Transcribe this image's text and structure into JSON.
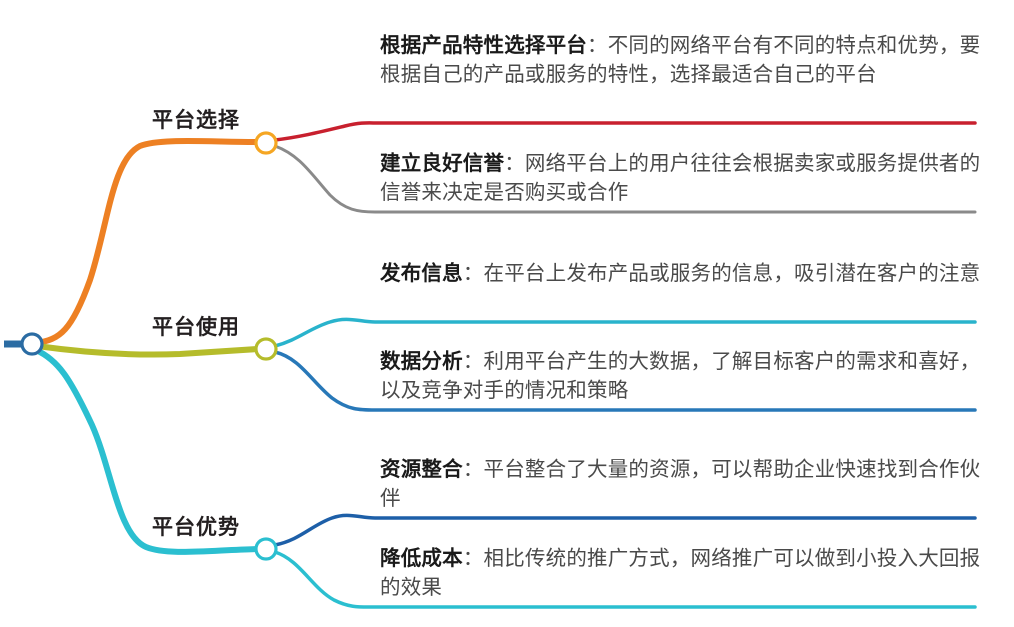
{
  "mindmap": {
    "root": {
      "name": "root-node",
      "color": "#2b6ca3"
    },
    "branches": [
      {
        "label": "平台选择",
        "color": "#ed8023",
        "node_color": "#f5a623",
        "leaves": [
          {
            "title": "根据产品特性选择平台",
            "separator": "：",
            "body": "不同的网络平台有不同的特点和优势，要根据自己的产品或服务的特性，选择最适合自己的平台",
            "color": "#c8202e"
          },
          {
            "title": "建立良好信誉",
            "separator": "：",
            "body": "网络平台上的用户往往会根据卖家或服务提供者的信誉来决定是否购买或合作",
            "color": "#8a8a8a"
          }
        ]
      },
      {
        "label": "平台使用",
        "color": "#b5bc2b",
        "node_color": "#b5bc2b",
        "leaves": [
          {
            "title": "发布信息",
            "separator": "：",
            "body": "在平台上发布产品或服务的信息，吸引潜在客户的注意",
            "color": "#29b3cc"
          },
          {
            "title": "数据分析",
            "separator": "：",
            "body": "利用平台产生的大数据，了解目标客户的需求和喜好，以及竞争对手的情况和策略",
            "color": "#2878b8"
          }
        ]
      },
      {
        "label": "平台优势",
        "color": "#2bbfd0",
        "node_color": "#2bbfd0",
        "leaves": [
          {
            "title": "资源整合",
            "separator": "：",
            "body": "平台整合了大量的资源，可以帮助企业快速找到合作伙伴",
            "color": "#1d5fa8"
          },
          {
            "title": "降低成本",
            "separator": "：",
            "body": "相比传统的推广方式，网络推广可以做到小投入大回报的效果",
            "color": "#2bbfd0"
          }
        ]
      }
    ]
  }
}
